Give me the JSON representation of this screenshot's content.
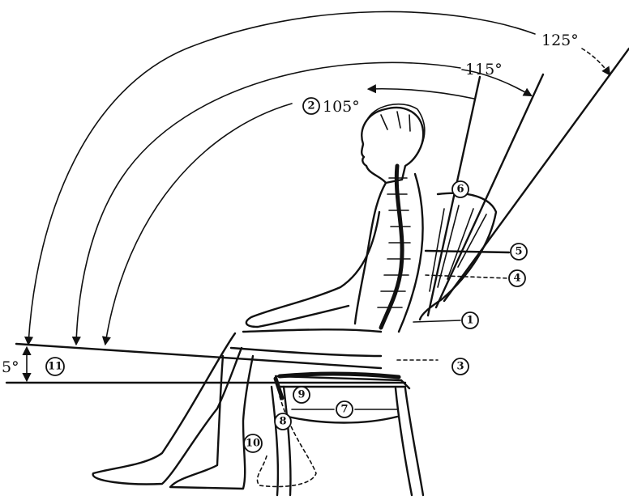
{
  "angles": {
    "a105": "105°",
    "a115": "115°",
    "a125": "125°",
    "a5": "5°"
  },
  "markers": [
    "1",
    "2",
    "3",
    "4",
    "5",
    "6",
    "7",
    "8",
    "9",
    "10",
    "11"
  ]
}
